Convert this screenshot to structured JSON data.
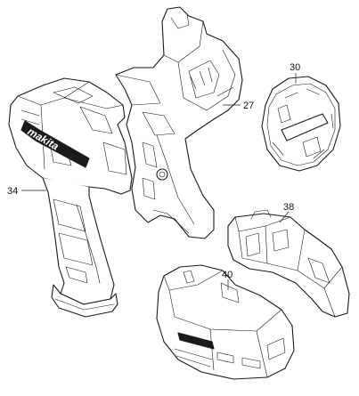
{
  "diagram": {
    "parts": [
      {
        "id": "p34",
        "label": "34"
      },
      {
        "id": "p27",
        "label": "27"
      },
      {
        "id": "p30",
        "label": "30"
      },
      {
        "id": "p38",
        "label": "38"
      },
      {
        "id": "p40",
        "label": "40"
      }
    ],
    "brand_logo_text": "makita",
    "stroke_color": "#1a1a1a",
    "background_color": "#ffffff"
  }
}
